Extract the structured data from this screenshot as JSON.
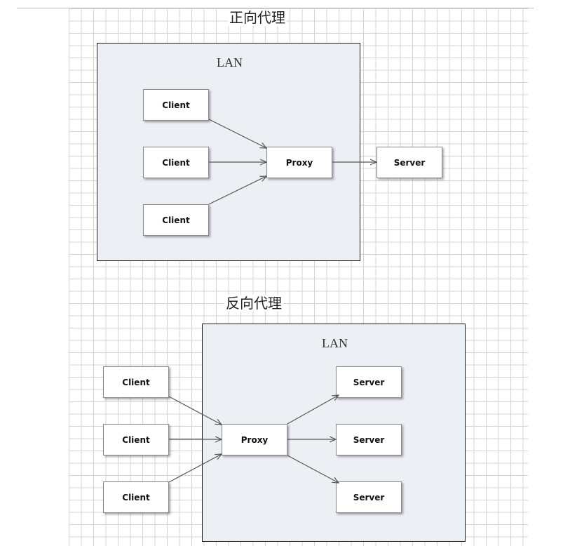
{
  "forward": {
    "title": "正向代理",
    "lan_label": "LAN",
    "clients": [
      "Client",
      "Client",
      "Client"
    ],
    "proxy": "Proxy",
    "server": "Server"
  },
  "reverse": {
    "title": "反向代理",
    "lan_label": "LAN",
    "clients": [
      "Client",
      "Client",
      "Client"
    ],
    "proxy": "Proxy",
    "servers": [
      "Server",
      "Server",
      "Server"
    ]
  },
  "colors": {
    "lan_fill": "#eceff4",
    "edge": "#555555"
  }
}
